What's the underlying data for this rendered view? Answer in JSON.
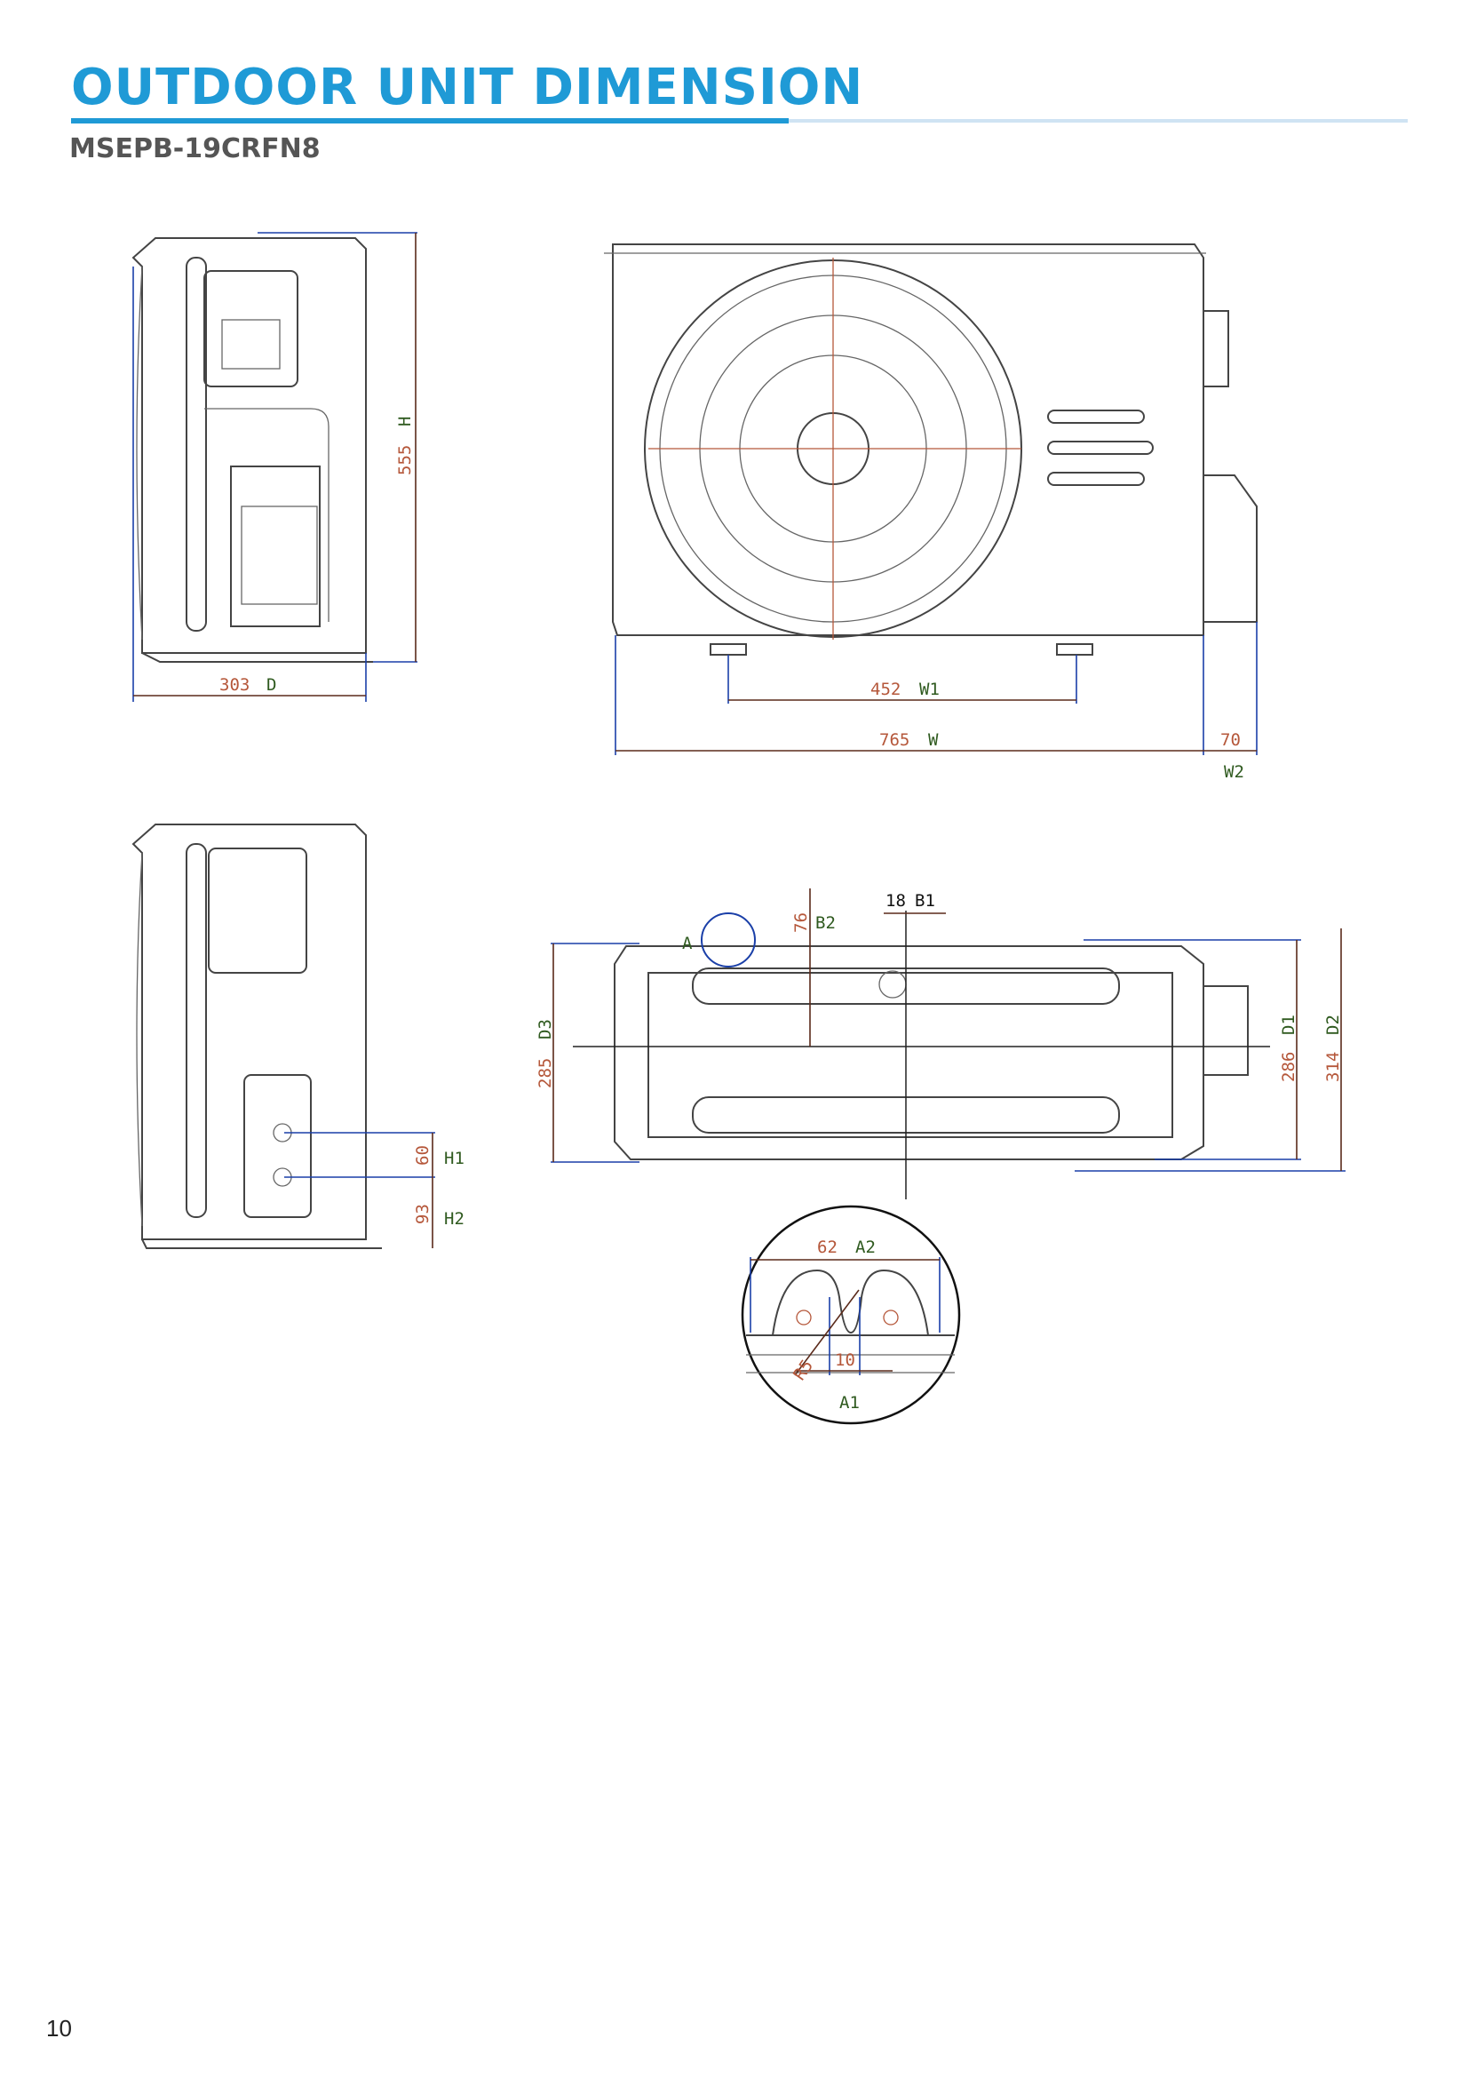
{
  "header": {
    "title": "OUTDOOR UNIT DIMENSION",
    "model": "MSEPB-19CRFN8"
  },
  "colors": {
    "accent": "#1f9ad6",
    "dimension_value": "#b5573a",
    "dimension_label": "#2f5a1f",
    "extension_line": "#1a3fa8"
  },
  "dimensions": {
    "H": {
      "value": "555",
      "label": "H"
    },
    "D": {
      "value": "303",
      "label": "D"
    },
    "W1": {
      "value": "452",
      "label": "W1"
    },
    "W": {
      "value": "765",
      "label": "W"
    },
    "W2": {
      "value": "70",
      "label": "W2"
    },
    "H1": {
      "value": "60",
      "label": "H1"
    },
    "H2": {
      "value": "93",
      "label": "H2"
    },
    "B1": {
      "value": "18",
      "label": "B1"
    },
    "B2": {
      "value": "76",
      "label": "B2"
    },
    "D3": {
      "value": "285",
      "label": "D3"
    },
    "D1": {
      "value": "286",
      "label": "D1"
    },
    "D2": {
      "value": "314",
      "label": "D2"
    },
    "A2": {
      "value": "62",
      "label": "A2"
    },
    "A1": {
      "value": "10",
      "label": "A1"
    },
    "R": {
      "value": "R5"
    },
    "detail": {
      "label": "A"
    }
  },
  "footer": {
    "page_number": "10"
  }
}
